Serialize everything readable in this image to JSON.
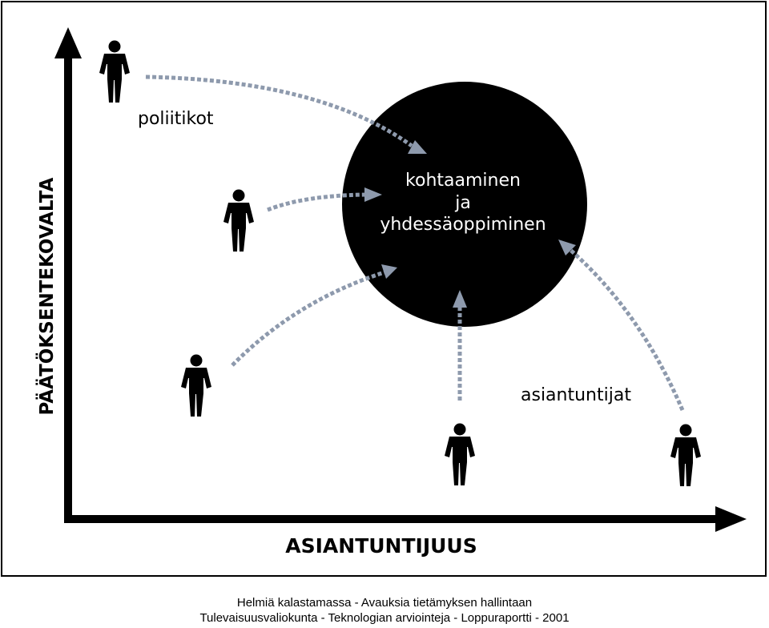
{
  "diagram": {
    "y_axis_label": "PÄÄTÖKSENTEKOVALTA",
    "x_axis_label": "ASIANTUNTIJUUS",
    "center": {
      "line1": "kohtaaminen",
      "line2": "ja",
      "line3": "yhdessäoppiminen"
    },
    "group_politicians": "poliitikot",
    "group_experts": "asiantuntijat",
    "colors": {
      "arrow": "#8e9aad",
      "ink": "#000000",
      "circle_text": "#ffffff"
    }
  },
  "caption": {
    "line1": "Helmiä kalastamassa - Avauksia tietämyksen hallintaan",
    "line2": "Tulevaisuusvaliokunta - Teknologian arviointeja - Loppuraportti - 2001"
  }
}
